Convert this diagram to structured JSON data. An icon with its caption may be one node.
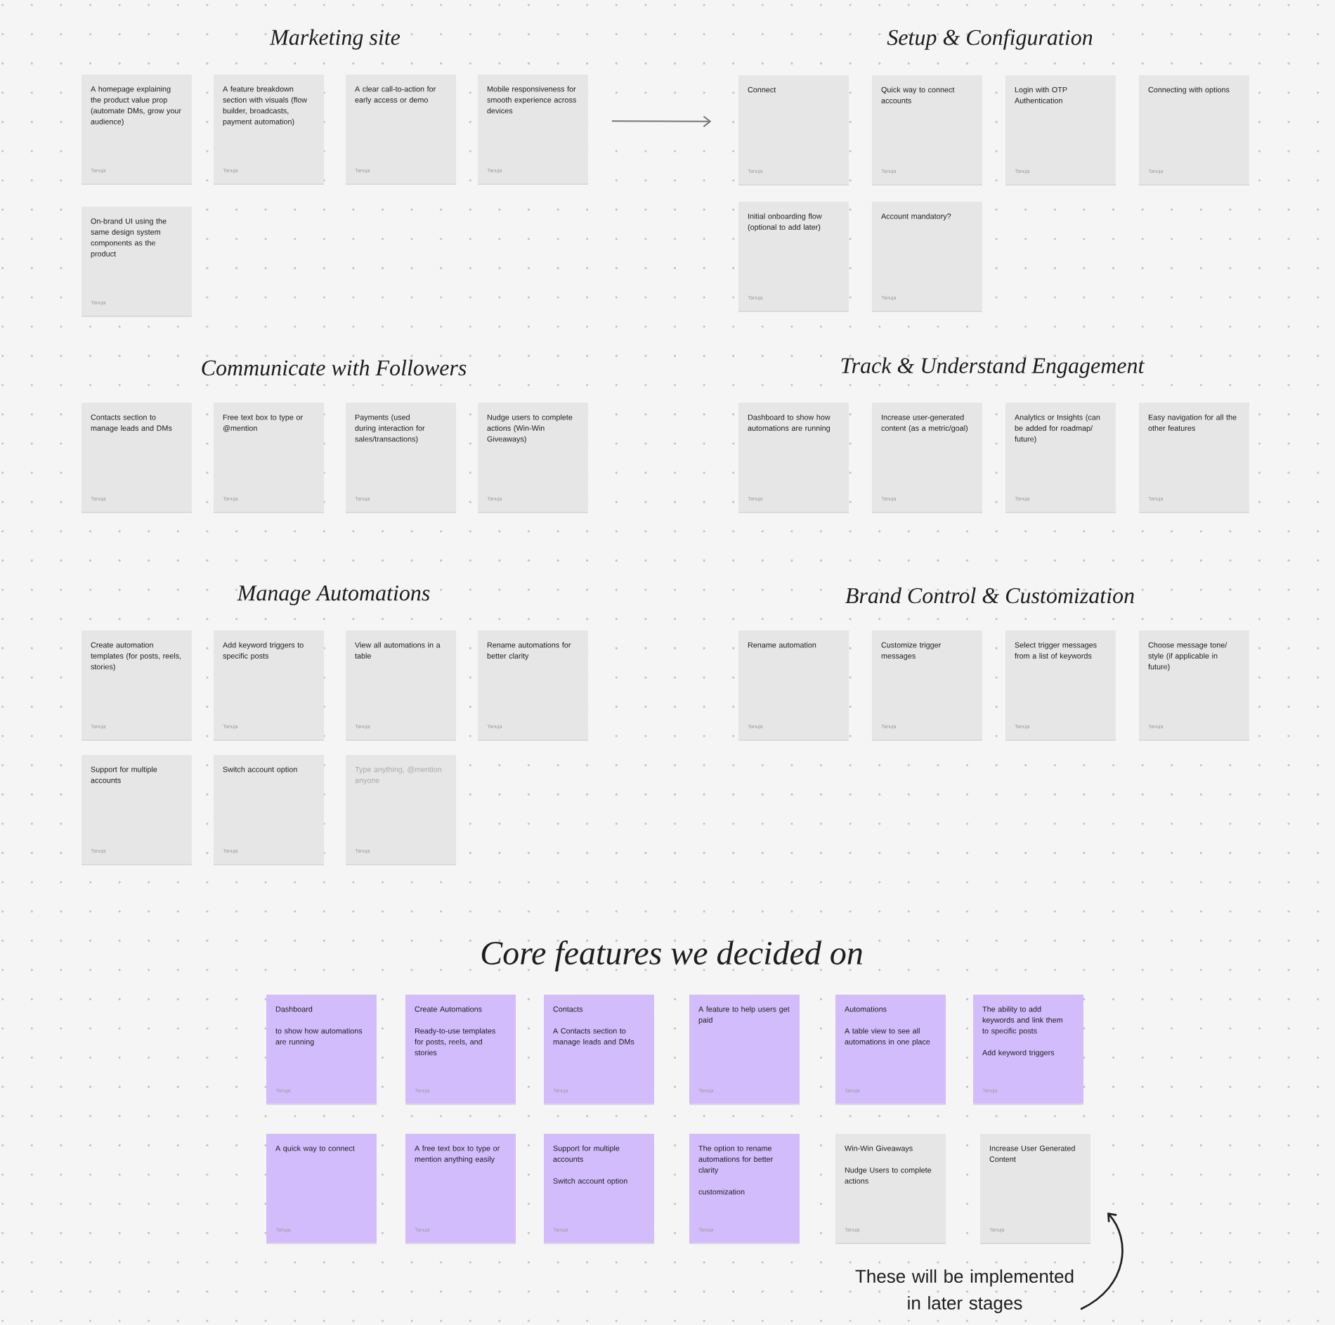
{
  "diagram": {
    "nodes": [
      {
        "text": [
          "A homepage explaining the product value prop (automate DMs, grow your audience)",
          "Tanuja"
        ]
      },
      {
        "text": [
          "A feature breakdown section with visuals (flow builder, broadcasts, payment automation)",
          "Tanuja"
        ]
      },
      {
        "text": [
          "A clear call-to-action for early access or demo",
          "Tanuja"
        ]
      },
      {
        "text": [
          "Mobile responsiveness for smooth experience across devices",
          "Tanuja"
        ]
      },
      {
        "text": [
          "On-brand UI using the same design system components as the product",
          "Tanuja"
        ]
      },
      {
        "text": [
          "Connect",
          "Tanuja"
        ]
      },
      {
        "text": [
          "Quick way to connect accounts",
          "Tanuja"
        ]
      },
      {
        "text": [
          "Login with OTP Authentication",
          "Tanuja"
        ]
      },
      {
        "text": [
          "Connecting with options",
          "Tanuja"
        ]
      },
      {
        "text": [
          "Initial onboarding flow (optional to add later)",
          "Tanuja"
        ]
      },
      {
        "text": [
          "Account mandatory?",
          "Tanuja"
        ]
      },
      {
        "text": [
          "Contacts section to manage leads and DMs",
          "Tanuja"
        ]
      },
      {
        "text": [
          "Free text box to type or @mention",
          "Tanuja"
        ]
      },
      {
        "text": [
          "Payments (used during interaction for sales/transactions)",
          "Tanuja"
        ]
      },
      {
        "text": [
          "Nudge users to complete actions (Win-Win Giveaways)",
          "Tanuja"
        ]
      },
      {
        "text": [
          "Dashboard to show how automations are running",
          "Tanuja"
        ]
      },
      {
        "text": [
          "Increase user-generated content (as a metric/goal)",
          "Tanuja"
        ]
      },
      {
        "text": [
          "Analytics or Insights (can be added for roadmap/ future)",
          "Tanuja"
        ]
      },
      {
        "text": [
          "Easy navigation for all the other features",
          "Tanuja"
        ]
      },
      {
        "text": [
          "Create automation templates (for posts, reels, stories)",
          "Tanuja"
        ]
      },
      {
        "text": [
          "Add keyword triggers to specific posts",
          "Tanuja"
        ]
      },
      {
        "text": [
          "View all automations in a table",
          "Tanuja"
        ]
      },
      {
        "text": [
          "Rename automations for better clarity",
          "Tanuja"
        ]
      },
      {
        "text": [
          "Support for multiple accounts",
          "Tanuja"
        ]
      },
      {
        "text": [
          "Switch account option",
          "Tanuja"
        ]
      },
      {
        "text": [
          "Type anything, @mention anyone",
          "Tanuja"
        ]
      },
      {
        "text": [
          "Rename automation",
          "Tanuja"
        ]
      },
      {
        "text": [
          "Customize trigger messages",
          "Tanuja"
        ]
      },
      {
        "text": [
          "Select trigger messages from a list of keywords",
          "Tanuja"
        ]
      },
      {
        "text": [
          "Choose message tone/ style (if applicable in future)",
          "Tanuja"
        ]
      },
      {
        "text": [
          "Dashboard",
          "to show how automations are running",
          "Tanuja"
        ]
      },
      {
        "text": [
          "Create Automations",
          "Ready-to-use templates for posts, reels, and stories",
          "Tanuja"
        ]
      },
      {
        "text": [
          "Contacts",
          "A Contacts section to manage leads and DMs",
          "Tanuja"
        ]
      },
      {
        "text": [
          "A feature to help users get paid",
          "Tanuja"
        ]
      },
      {
        "text": [
          "Automations",
          "A table view to see all automations in one place",
          "Tanuja"
        ]
      },
      {
        "text": [
          "The ability to add keywords and link them to specific posts",
          "Add keyword triggers",
          "Tanuja"
        ]
      },
      {
        "text": [
          "A quick way to connect",
          "Tanuja"
        ]
      },
      {
        "text": [
          "A free text box to type or mention anything easily",
          "Tanuja"
        ]
      },
      {
        "text": [
          "Support for multiple accounts",
          "Switch account option",
          "Tanuja"
        ]
      },
      {
        "text": [
          "The option to rename automations for better clarity",
          "customization",
          "Tanuja"
        ]
      },
      {
        "text": [
          "Win-Win Giveaways",
          "Nudge Users to complete actions",
          "Tanuja"
        ]
      },
      {
        "text": [
          "Increase User Generated Content",
          "Tanuja"
        ]
      },
      {
        "text": [
          "These will be implemented in later stages"
        ]
      }
    ],
    "edges": [
      {
        "from": 3,
        "to": 5,
        "arrow": "to",
        "color": "#757575"
      },
      {
        "from": 42,
        "to": 41,
        "arrow": "to"
      }
    ],
    "labels": [
      "Marketing site",
      "Setup & Configuration",
      "Communicate with Followers",
      "Track & Understand Engagement",
      "Manage Automations",
      "Brand Control & Customization",
      "Core features we decided on"
    ]
  }
}
